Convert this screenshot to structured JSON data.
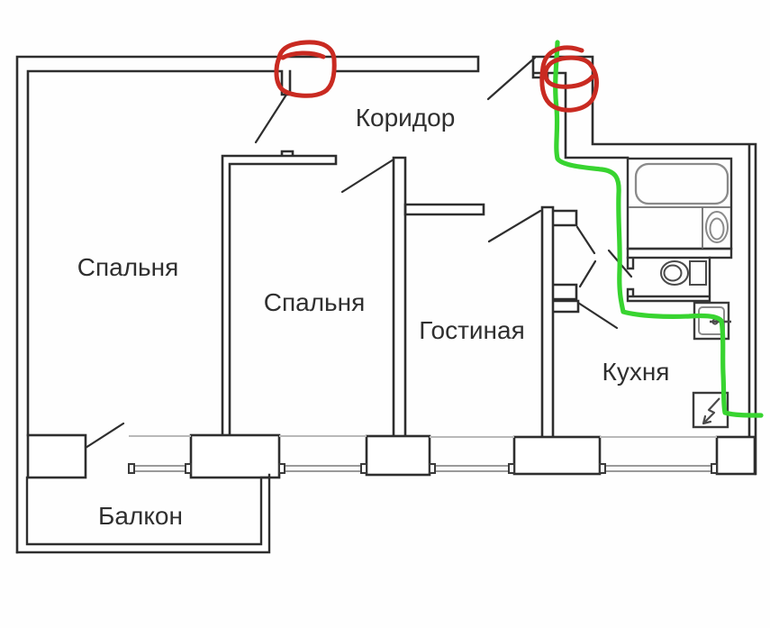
{
  "page": {
    "background": "#fefefe",
    "description": "Apartment floor plan with hand-drawn red and green annotations"
  },
  "plan": {
    "labels": {
      "bedroom1": "Спальня",
      "bedroom2": "Спальня",
      "living_room": "Гостиная",
      "kitchen": "Кухня",
      "corridor": "Коридор",
      "balcony": "Балкон"
    },
    "fixtures": {
      "bathtub": "bathtub-icon",
      "wash_basin": "wash-basin-icon",
      "toilet": "toilet-icon",
      "kitchen_sink": "kitchen-sink-icon",
      "stove": "stove-icon",
      "windows": "window-glazing",
      "doors": "door-swing"
    },
    "colors": {
      "walls": "#2e2e2e",
      "fixtures": "#8a8a8a",
      "light_face": "#b9b9b9",
      "annotation_red": "#c92a21",
      "annotation_green": "#38d430"
    },
    "annotations": {
      "red_circle_top": "hand-drawn red circle over gap in corridor top wall",
      "red_circle_entrance": "hand-drawn red circle over entrance wall block",
      "green_line": "hand-drawn green route from entrance down through hall to kitchen outer wall"
    }
  }
}
